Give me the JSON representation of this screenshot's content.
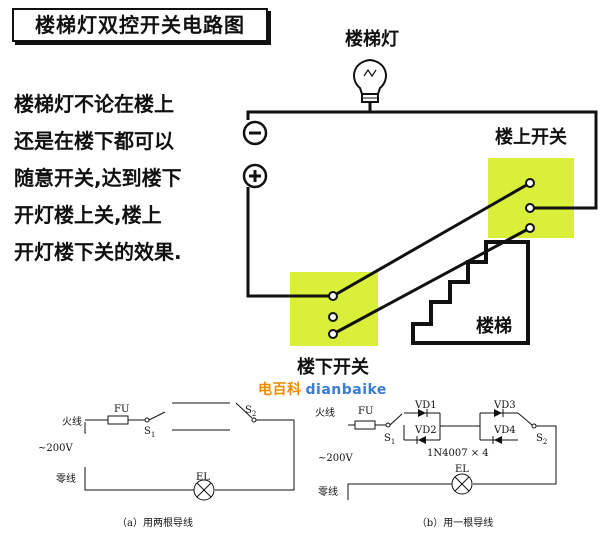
{
  "title": "楼梯灯双控开关电路图",
  "description_lines": [
    "楼梯灯不论在楼上",
    "还是在楼下都可以",
    "随意开关,达到楼下",
    "开灯楼上关,楼上",
    "开灯楼下关的效果."
  ],
  "main": {
    "lamp_label": "楼梯灯",
    "upstairs_switch": "楼上开关",
    "downstairs_switch": "楼下开关",
    "stairs_label": "楼梯",
    "minus": "−",
    "plus": "+"
  },
  "watermark": {
    "cn": "电百科",
    "en": "dianbaike"
  },
  "circuit_a": {
    "caption": "（a）用两根导线",
    "live": "火线",
    "voltage": "~200V",
    "neutral": "零线",
    "fuse": "FU",
    "s1": "S",
    "s1_sub": "1",
    "s2": "S",
    "s2_sub": "2",
    "lamp": "EL"
  },
  "circuit_b": {
    "caption": "（b）用一根导线",
    "live": "火线",
    "voltage": "~200V",
    "neutral": "零线",
    "fuse": "FU",
    "s1": "S",
    "s1_sub": "1",
    "s2": "S",
    "s2_sub": "2",
    "vd1": "VD1",
    "vd2": "VD2",
    "vd3": "VD3",
    "vd4": "VD4",
    "diode_spec": "1N4007 × 4",
    "lamp": "EL"
  },
  "colors": {
    "switch_pad": "#d9ef3a",
    "wire": "#111111",
    "watermark_cn": "#f08a00",
    "watermark_en": "#3a7bd5"
  }
}
